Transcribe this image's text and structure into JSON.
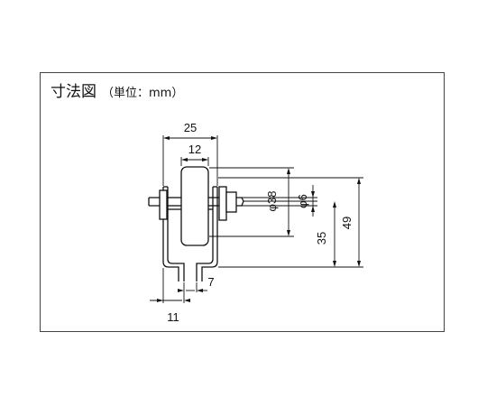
{
  "title": "寸法図",
  "unit_note": "（単位：mm）",
  "dimensions": {
    "width_outer": "25",
    "width_inner": "12",
    "wheel_diameter": "φ38",
    "axle_diameter": "φ6",
    "axle_height": "35",
    "total_height": "49",
    "base_width": "11",
    "slot_width": "7"
  }
}
